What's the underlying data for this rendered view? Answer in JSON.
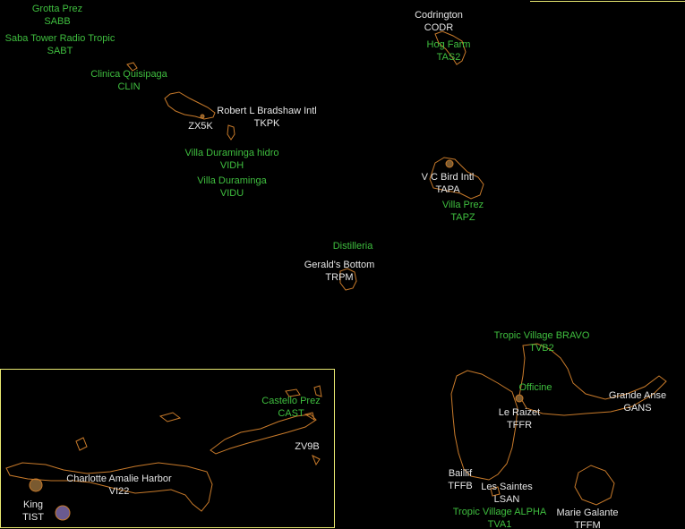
{
  "colors": {
    "background": "#000000",
    "coastline": "#c87a2a",
    "airport_label": "#e6e6e6",
    "heliport_label": "#3fbf3f",
    "inset_frame": "#e8e870",
    "airport_fill": "#7a5a30"
  },
  "labels": [
    {
      "id": "sabb",
      "name": "Grotta Prez",
      "code": "SABB",
      "kind": "heliport"
    },
    {
      "id": "sabt",
      "name": "Saba Tower Radio Tropic",
      "code": "SABT",
      "kind": "heliport"
    },
    {
      "id": "clin",
      "name": "Clinica Quisipaga",
      "code": "CLIN",
      "kind": "heliport"
    },
    {
      "id": "tkpk",
      "name": "Robert L Bradshaw Intl",
      "code": "TKPK",
      "kind": "airport"
    },
    {
      "id": "zx5k",
      "name": "ZX5K",
      "code": "",
      "kind": "airport"
    },
    {
      "id": "vidh",
      "name": "Villa Duraminga hidro",
      "code": "VIDH",
      "kind": "heliport"
    },
    {
      "id": "vidu",
      "name": "Villa Duraminga",
      "code": "VIDU",
      "kind": "heliport"
    },
    {
      "id": "codr",
      "name": "Codrington",
      "code": "CODR",
      "kind": "airport"
    },
    {
      "id": "tas2",
      "name": "Hog Farm",
      "code": "TAS2",
      "kind": "heliport"
    },
    {
      "id": "tapa",
      "name": "V C Bird Intl",
      "code": "TAPA",
      "kind": "airport"
    },
    {
      "id": "tapz",
      "name": "Villa Prez",
      "code": "TAPZ",
      "kind": "heliport"
    },
    {
      "id": "dist",
      "name": "Distilleria",
      "code": "",
      "kind": "heliport"
    },
    {
      "id": "trpm",
      "name": "Gerald's Bottom",
      "code": "TRPM",
      "kind": "airport"
    },
    {
      "id": "tvb2",
      "name": "Tropic Village BRAVO",
      "code": "TVB2",
      "kind": "heliport"
    },
    {
      "id": "offi",
      "name": "Officine",
      "code": "",
      "kind": "heliport"
    },
    {
      "id": "gans",
      "name": "Grande Anse",
      "code": "GANS",
      "kind": "airport"
    },
    {
      "id": "tffr",
      "name": "Le Raizet",
      "code": "TFFR",
      "kind": "airport"
    },
    {
      "id": "tffb",
      "name": "Baillif",
      "code": "TFFB",
      "kind": "airport"
    },
    {
      "id": "lsan",
      "name": "Les Saintes",
      "code": "LSAN",
      "kind": "airport"
    },
    {
      "id": "tva1",
      "name": "Tropic Village ALPHA",
      "code": "TVA1",
      "kind": "heliport"
    },
    {
      "id": "tffm",
      "name": "Marie Galante",
      "code": "TFFM",
      "kind": "airport"
    },
    {
      "id": "cast",
      "name": "Castello Prez",
      "code": "CAST",
      "kind": "heliport"
    },
    {
      "id": "zv9b",
      "name": "ZV9B",
      "code": "",
      "kind": "airport"
    },
    {
      "id": "vi22",
      "name": "Charlotte Amalie Harbor",
      "code": "VI22",
      "kind": "airport"
    },
    {
      "id": "tist",
      "name": "King",
      "code": "TIST",
      "kind": "airport"
    }
  ]
}
